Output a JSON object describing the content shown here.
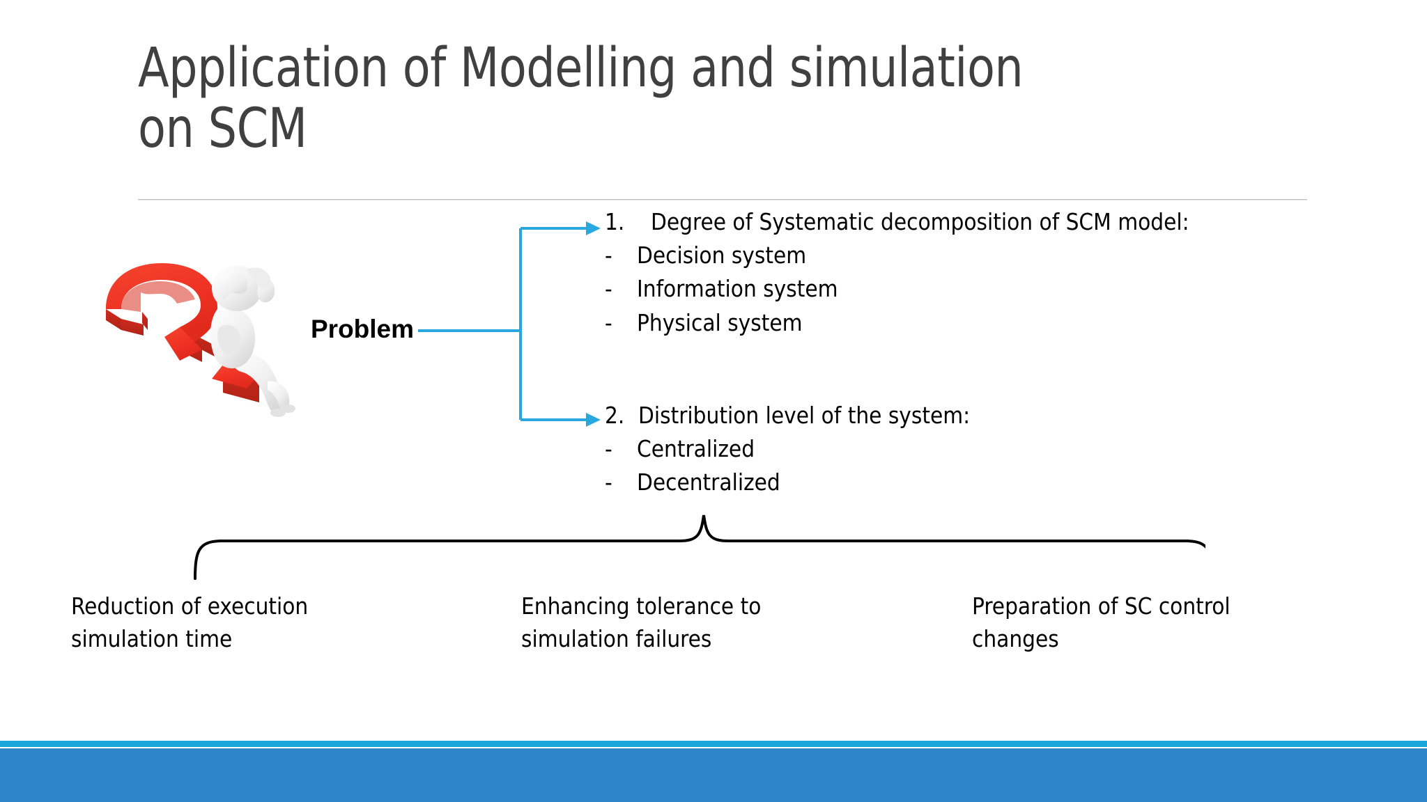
{
  "slide": {
    "title": "Application of Modelling and simulation\non SCM",
    "title_color": "#404040",
    "divider_color": "#bfbfbf",
    "background": "#ffffff"
  },
  "diagram": {
    "source_label": "Problem",
    "artwork_name": "question-mark-thinking-person",
    "artwork_colors": {
      "question_mark": "#EE3124",
      "question_mark_shadow": "#C62A1C",
      "figure": "#F2F2F2"
    },
    "connector_color": "#29a8df",
    "branches": [
      {
        "number": "1.",
        "heading": "Degree of Systematic decomposition of SCM model:",
        "items": [
          {
            "dash": "-",
            "text": "Decision system"
          },
          {
            "dash": "-",
            "text": "Information system"
          },
          {
            "dash": "-",
            "text": "Physical system"
          }
        ]
      },
      {
        "number": "2.",
        "heading": "Distribution level of the system:",
        "items": [
          {
            "dash": "-",
            "text": "Centralized"
          },
          {
            "dash": "-",
            "text": "Decentralized"
          }
        ]
      }
    ]
  },
  "outcomes": {
    "brace_color": "#000000",
    "captions": [
      "Reduction of execution\nsimulation time",
      "Enhancing tolerance to\nsimulation failures",
      "Preparation of SC control\nchanges"
    ]
  },
  "footer": {
    "accent_bar_color": "#1aa4dc",
    "main_bar_color": "#2e86c8"
  }
}
